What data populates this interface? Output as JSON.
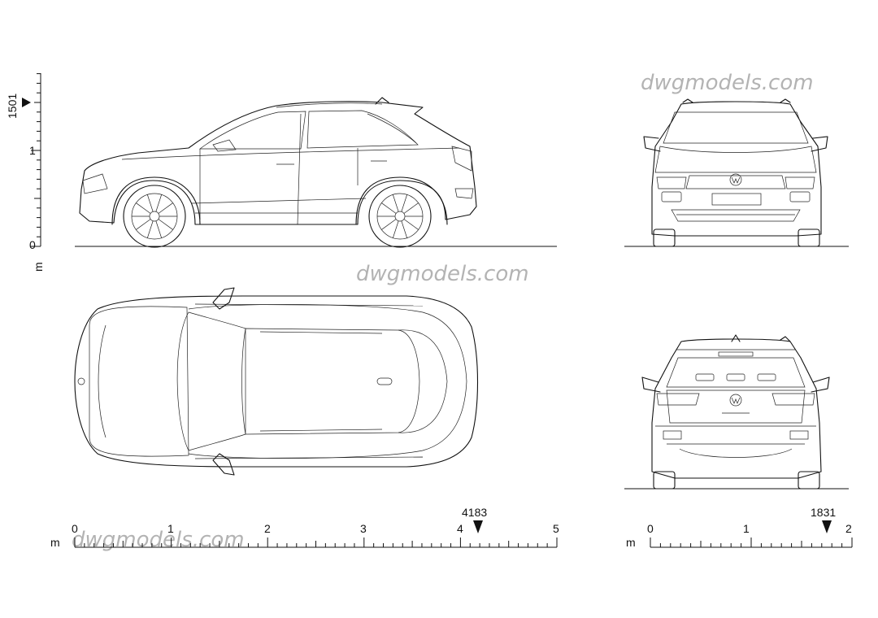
{
  "watermark": "dwgmodels.com",
  "scales": {
    "vertical": {
      "unit": "m",
      "ticks": [
        "0",
        "1"
      ],
      "marker": "1501",
      "max_m": 1.501
    },
    "length": {
      "unit": "m",
      "ticks": [
        "0",
        "1",
        "2",
        "3",
        "4",
        "5"
      ],
      "marker": "4183",
      "max_m": 4.183
    },
    "width": {
      "unit": "m",
      "ticks": [
        "0",
        "1",
        "2"
      ],
      "marker": "1831",
      "max_m": 1.831
    }
  },
  "views": [
    "side-view",
    "top-view",
    "front-view",
    "rear-view"
  ]
}
